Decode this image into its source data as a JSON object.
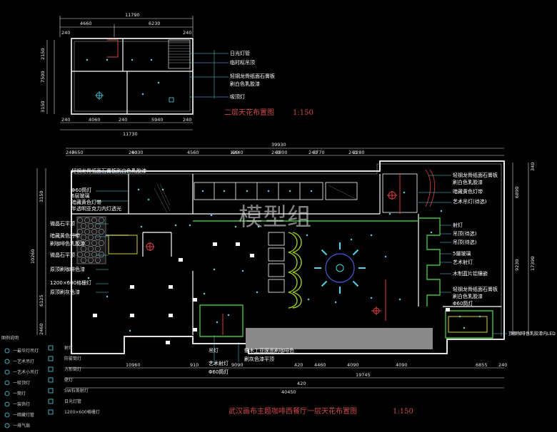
{
  "watermark": "模型组",
  "upper_plan": {
    "title": "二层天花布置图",
    "scale": "1:150",
    "dims_top": [
      "11790",
      "4660",
      "6230"
    ],
    "dims_bottom": [
      "240",
      "4060",
      "240",
      "5940",
      "240"
    ],
    "dims_bottom_total": "11730",
    "dims_left": [
      "2150",
      "7500",
      "3150"
    ],
    "dims_top_small": [
      "240",
      "240"
    ],
    "annotations": [
      "日光灯管",
      "临时标吊顶",
      "轻钢龙骨纸面石膏板",
      "刷白色乳胶漆",
      "吸顶灯"
    ]
  },
  "lower_plan": {
    "title": "武汉画布主题咖啡西餐厅一层天花布置图",
    "scale": "1:150",
    "dims_top_total": "39930",
    "dims_top": [
      "240",
      "7650",
      "240",
      "6030",
      "4560",
      "120",
      "4440",
      "240",
      "3800",
      "240",
      "3770",
      "240",
      "2280"
    ],
    "dims_bottom": [
      "10960",
      "910",
      "9090",
      "420",
      "4460",
      "4090",
      "4090",
      "6855",
      "240"
    ],
    "dims_bottom_sub": [
      "19745",
      "420"
    ],
    "dims_bottom_total": "40450",
    "dims_left": [
      "3150",
      "10260",
      "6125",
      "2460"
    ],
    "dims_right": [
      "6890",
      "9230",
      "17390"
    ],
    "dims_right_small": [
      "340"
    ],
    "left_annotations": [
      "轻钢龙骨纸面石膏板刷白色乳胶漆",
      "Φ60筒灯",
      "6层玻璃",
      "暗藏黄色灯带",
      "半透明亚克力内灯透光",
      "微晶石平顶",
      "暗藏黄色灯带",
      "刷咖啡色乳胶漆",
      "微晶石平顶",
      "原顶刷咖啡色漆",
      "1200×600格栅灯",
      "原顶刷灰色漆"
    ],
    "right_annotations": [
      "轻钢龙骨纸面石膏板",
      "刷白色乳胶漆",
      "暗藏黄色灯带",
      "艺术吊灯(待选)",
      "射灯",
      "吊顶(待选)",
      "吊顶(待选)",
      "5層玻璃",
      "艺术射灯",
      "木制蓝片铝镶嵌",
      "轻钢龙骨纸面石膏板",
      "刷白色乳胶漆",
      "Φ60筒灯",
      "顶棚咖啡色乳胶漆内LED"
    ],
    "bottom_annotations": [
      "吊灯",
      "艺术射灯",
      "Φ60筒灯",
      "镶木工亚膜面刷咖啡色",
      "刷灰色漆平顶"
    ]
  },
  "legend": {
    "title": "图例说明",
    "items": [
      "一最华灯吊灯",
      "一艺术吊灯",
      "一艺术小吊灯",
      "一吸顶灯",
      "一筒灯",
      "一装饰灯",
      "一暗藏灯管",
      "一排气扇"
    ],
    "items2": [
      "射灯",
      "防雾筒灯",
      "方形筒灯",
      "壁灯",
      "5W石英射灯",
      "日光灯管",
      "1200×600格栅灯"
    ]
  }
}
